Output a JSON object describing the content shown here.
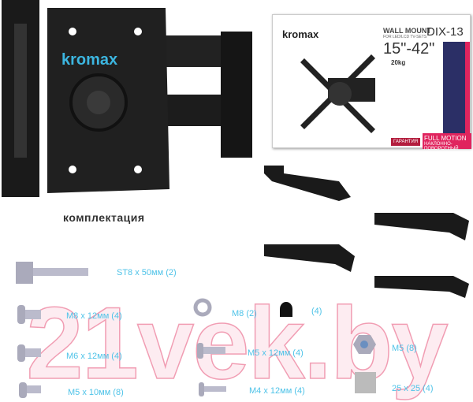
{
  "mount_logo": "kromax",
  "box": {
    "brand": "kromax",
    "title": "WALL MOUNT",
    "subtitle": "FOR LED/LCD TV-SETS",
    "model": "DIX-13",
    "size": "15\"-42\"",
    "max_weight": "20kg",
    "warranty": "ГАРАНТИЯ",
    "full_motion": "FULL MOTION",
    "full_motion_sub": "НАКЛОННО-ПОВОРОТНЫЙ"
  },
  "section_title": "комплектация",
  "parts": [
    {
      "label": "ST8 x 50мм (2)"
    },
    {
      "label": "M8 x 12мм (4)"
    },
    {
      "label": "M6 x 12мм (4)"
    },
    {
      "label": "M5 x  10мм (8)"
    },
    {
      "label": "M8 (2)"
    },
    {
      "label": "(4)"
    },
    {
      "label": "M5 x 12мм (4)"
    },
    {
      "label": "M4 x 12мм (4)"
    },
    {
      "label": "M5 (8)"
    },
    {
      "label": "25 x 25 (4)"
    }
  ],
  "watermark": "21vek.by"
}
